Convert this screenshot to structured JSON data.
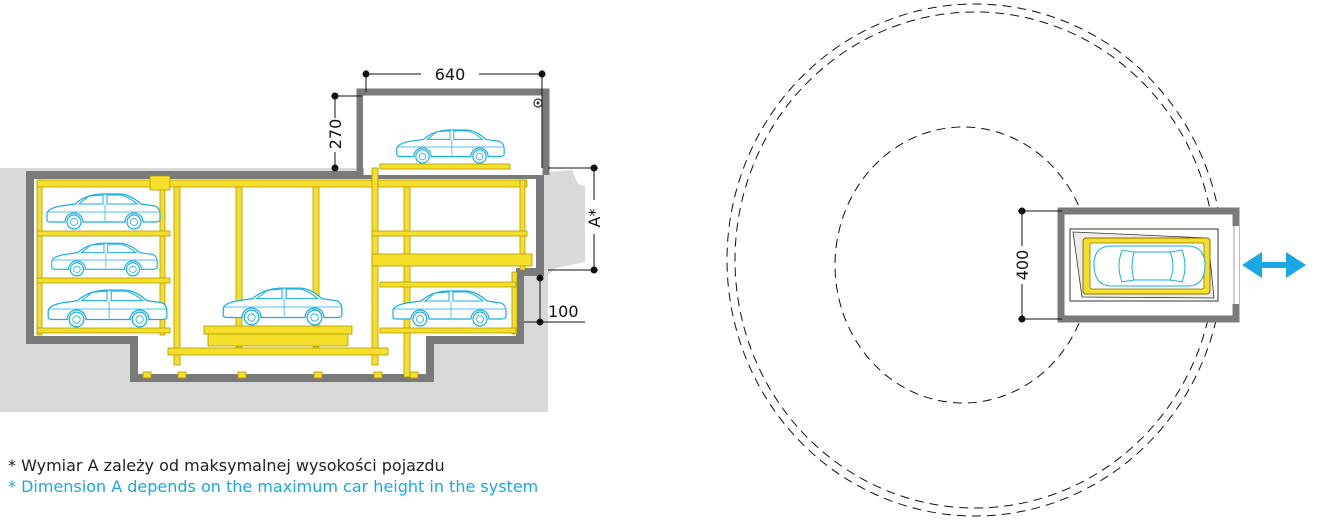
{
  "dimensions": {
    "top_width": "640",
    "top_height": "270",
    "level_height": "A*",
    "pit_offset": "100",
    "plan_width": "400"
  },
  "notes": {
    "polish": "* Wymiar A zależy od maksymalnej wysokości pojazdu",
    "english": "* Dimension A depends on the maximum car height in the system"
  },
  "colors": {
    "steel_frame": "#f5df2a",
    "ground": "#d9d9d9",
    "wall": "#7a7a7a",
    "car": "#18aee6",
    "arrow": "#1aa7e6",
    "english_note": "#1aa7e6",
    "polish_note": "#222222"
  },
  "icons": {
    "car": "car-outline-icon",
    "turntable": "turntable-icon",
    "direction": "double-arrow-icon"
  }
}
